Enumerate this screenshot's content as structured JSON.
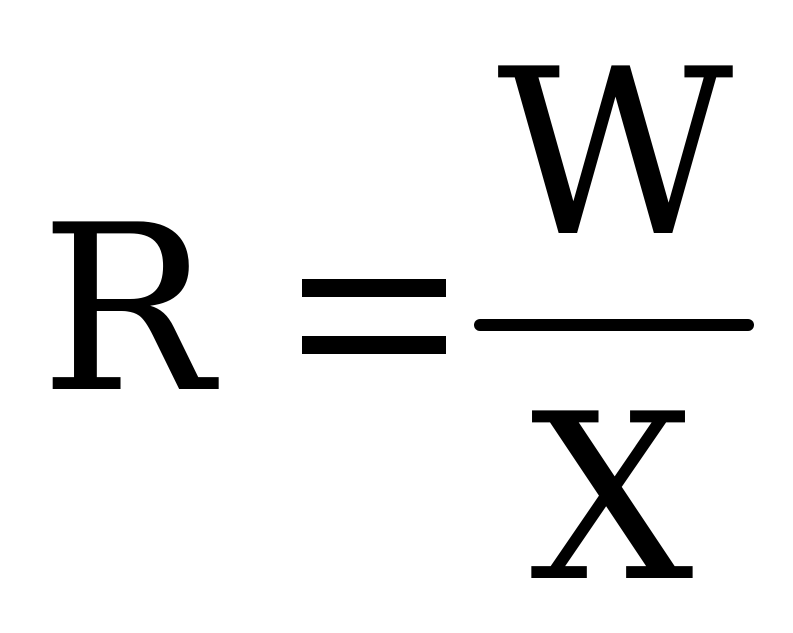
{
  "formula": {
    "lhs": "R",
    "numerator": "W",
    "denominator": "X",
    "colors": {
      "text": "#000000",
      "background": "#ffffff"
    }
  }
}
